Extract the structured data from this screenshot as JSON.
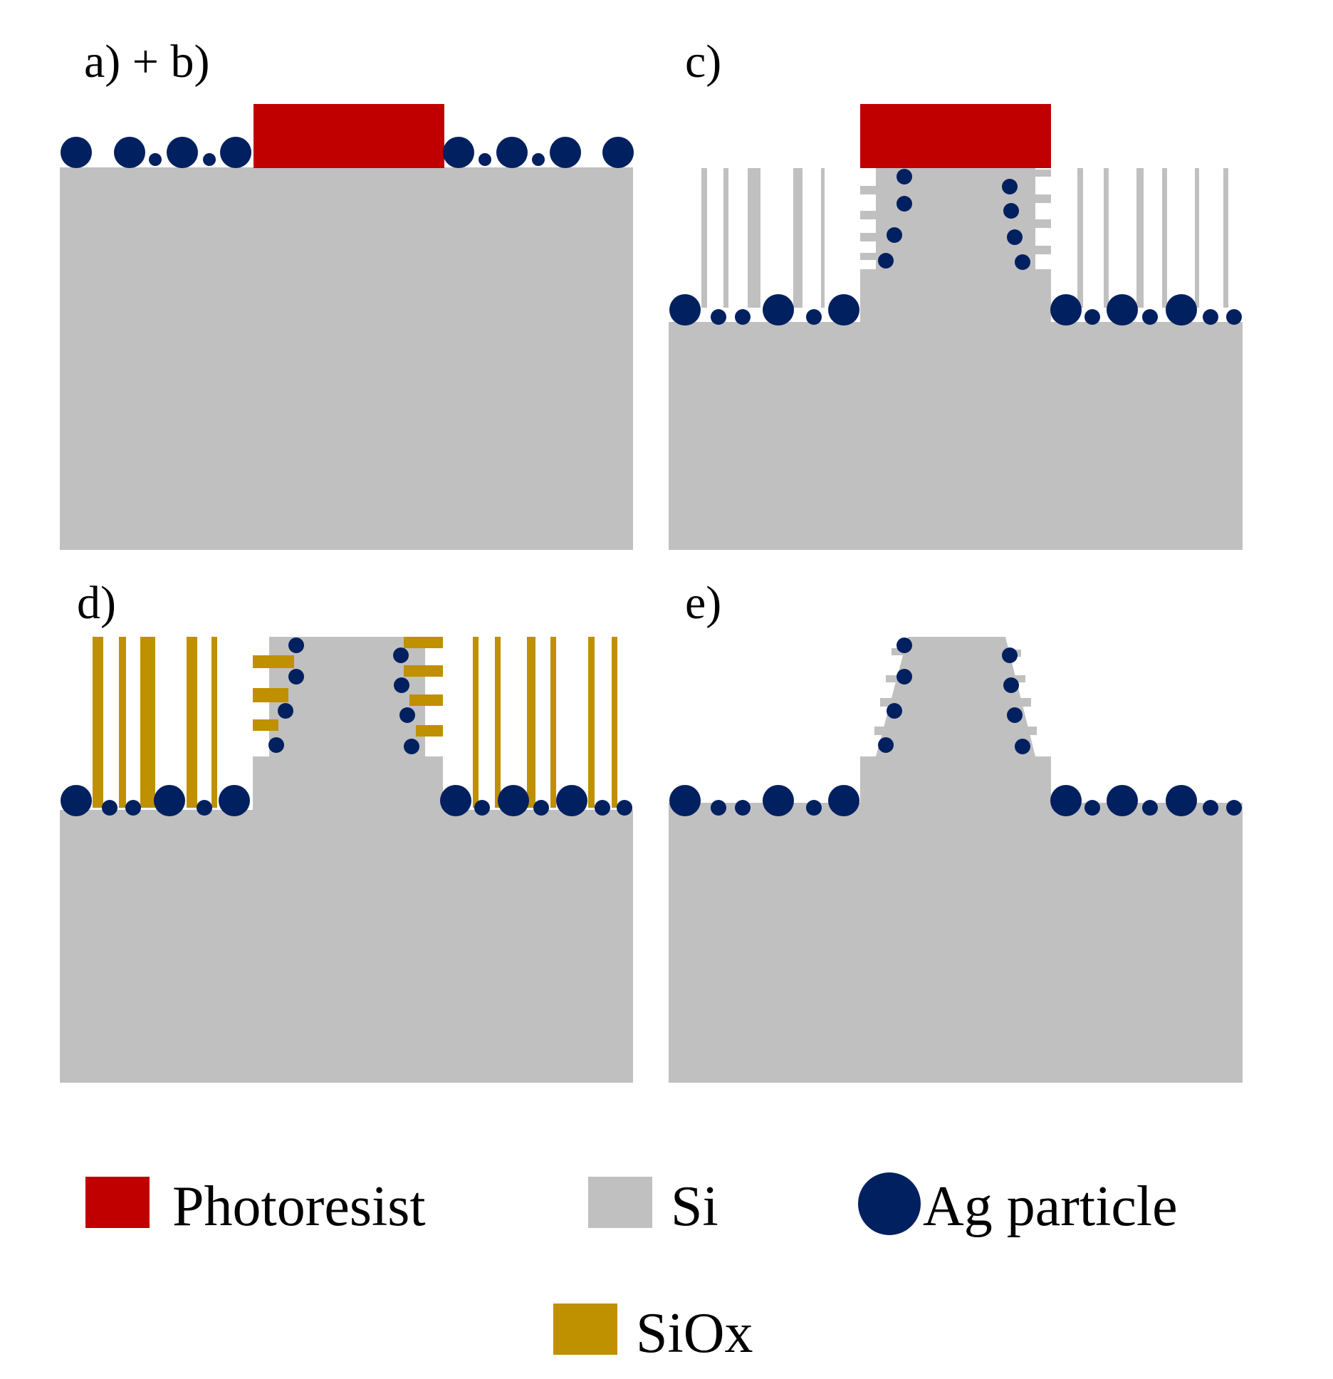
{
  "colors": {
    "photoresist": "#c00000",
    "si": "#c0c0c0",
    "ag": "#002060",
    "siox": "#bf9000",
    "background": "#ffffff"
  },
  "panels": {
    "ab": {
      "label": "a) + b)"
    },
    "c": {
      "label": "c)"
    },
    "d": {
      "label": "d)"
    },
    "e": {
      "label": "e)"
    }
  },
  "legend": {
    "photoresist": "Photoresist",
    "si": "Si",
    "ag": "Ag particle",
    "siox": "SiOx"
  }
}
